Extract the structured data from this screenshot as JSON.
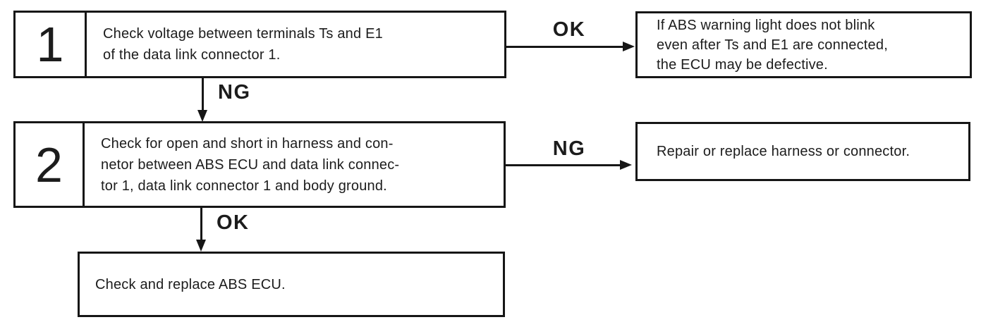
{
  "colors": {
    "ink": "#161616",
    "paper": "#ffffff"
  },
  "flowchart": {
    "step1": {
      "number": "1",
      "lines": [
        "Check voltage between terminals Ts and E1",
        "of the data link connector 1."
      ],
      "ok_label": "OK",
      "ng_label": "NG"
    },
    "result1": {
      "lines": [
        "If ABS warning light does not blink",
        "even after Ts and E1 are connected,",
        "the ECU may be defective."
      ]
    },
    "step2": {
      "number": "2",
      "lines": [
        "Check for open and short in harness and con-",
        "netor between ABS ECU and data link connec-",
        "tor 1, data link connector 1 and body ground."
      ],
      "ng_label": "NG",
      "ok_label": "OK"
    },
    "result2": {
      "text": "Repair or replace harness or connector."
    },
    "final": {
      "text": "Check and replace ABS ECU."
    }
  }
}
